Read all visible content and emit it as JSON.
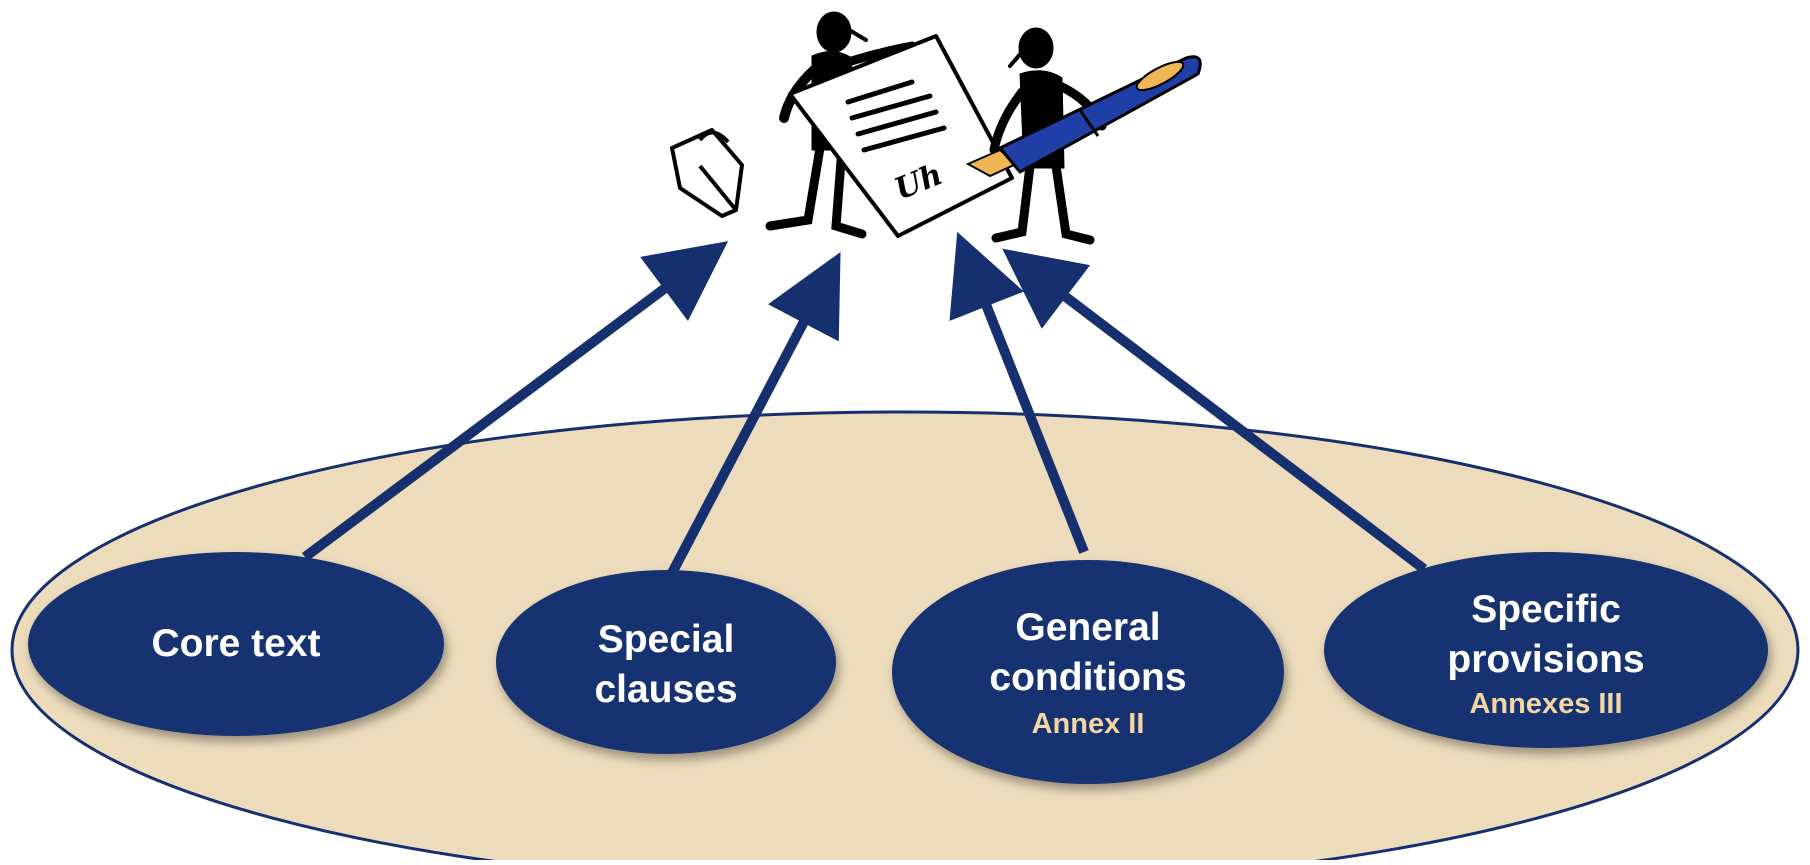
{
  "colors": {
    "navy": "#16306f",
    "sand": "#ecdcbc",
    "annex_text": "#f3d6a3",
    "white": "#ffffff",
    "figure_black": "#000000",
    "pen_blue": "#1f3fa6",
    "pen_gold": "#f0b656"
  },
  "illustration": {
    "icon": "contract-signing-icon",
    "figures": [
      "figure-holding-contract",
      "figure-signing-with-pen"
    ],
    "props": [
      "briefcase-icon",
      "contract-document-icon",
      "fountain-pen-icon"
    ],
    "signature": "Uh"
  },
  "components": [
    {
      "line1": "Core text",
      "line2": "",
      "annex": ""
    },
    {
      "line1": "Special",
      "line2": "clauses",
      "annex": ""
    },
    {
      "line1": "General",
      "line2": "conditions",
      "annex": "Annex II"
    },
    {
      "line1": "Specific",
      "line2": "provisions",
      "annex": "Annexes III"
    }
  ]
}
